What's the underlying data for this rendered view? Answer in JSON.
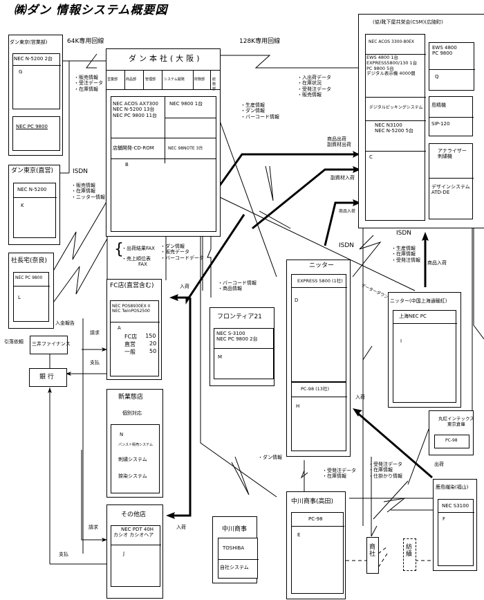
{
  "title": "㈱ダン 情報システム概要図",
  "lines": {
    "line_64k": "64K専用回線",
    "line_128k": "128K専用回線",
    "isdn_1": "ISDN",
    "isdn_2": "ISDN",
    "isdn_3": "ISDN"
  },
  "hq": {
    "title": "ダン本社(大阪)",
    "departments": [
      "営業部",
      "商品部",
      "管理部",
      "システム開発",
      "財務部",
      "総務部"
    ],
    "systems_left": [
      "NEC ACOS AX7300",
      "NEC N-5200 13台",
      "NEC PC 9800 11台"
    ],
    "system_right_top": "NEC 9800 1台",
    "store_dev": "店舗開発-CD-ROM",
    "note": "NEC 98NOTE 3台",
    "label": "B"
  },
  "tokyo_sales": {
    "title": "ダン東京(営業部)",
    "system": "NEC N-5200 2台",
    "label": "G",
    "system2": "NEC PC 9800"
  },
  "tokyo_direct": {
    "title": "ダン東京(直営)",
    "system": "NEC N-5200",
    "label": "K"
  },
  "president_home": {
    "title": "社長宅(奈良)",
    "system": "NEC PC 9800",
    "label": "L"
  },
  "csm": {
    "title": "(協)靴下屋共栄会(CSM)(広陵町)",
    "host": "NEC ACOS 3300-80EX",
    "equipment": [
      "EWS 4800 1台",
      "EXPRESS5800/130 1台",
      "PC 9800 5台",
      "デジタル表示機 4000個"
    ],
    "picking": "デジタルピッキングシステム",
    "picking_systems": [
      "NEC N3100",
      "NEC N-5200 5台"
    ],
    "label_c": "C",
    "ews_box": [
      "EWS 4800",
      "PC 9800"
    ],
    "label_q": "Q",
    "knit": "島精機",
    "sip": "SIP-120",
    "analyzer": [
      "アナライザー",
      "刺繍機"
    ],
    "design": [
      "デザインシステム",
      "ATD-DE"
    ]
  },
  "nitter": {
    "title": "ニッター",
    "system": "EXPRESS 5800 (1社)",
    "label_d": "D",
    "pc": "PC-98 (13社)",
    "label_h": "H"
  },
  "nitter_china": {
    "title": "ニッター(中国上海通暖紅)",
    "system": "上海NEC PC",
    "label": "I"
  },
  "frontier": {
    "title": "フロンティア21",
    "systems": [
      "NEC S-3100",
      "NEC PC 9800 2台"
    ],
    "label": "M"
  },
  "fc_store": {
    "title": "FC店(直営含む)",
    "systems": [
      "NEC POS8930EX II",
      "NEC TwinPOS2500"
    ],
    "label": "A",
    "counts": [
      {
        "name": "FC店",
        "value": "150"
      },
      {
        "name": "直営",
        "value": "20"
      },
      {
        "name": "一般",
        "value": "50"
      }
    ]
  },
  "new_store": {
    "title": "新業態店",
    "subtitle": "個別対応",
    "label": "N",
    "systems": [
      "パンスト販売システム",
      "刺繍システム",
      "捺染システム"
    ]
  },
  "other_store": {
    "title": "その他店",
    "systems": [
      "NEC PDT 40H",
      "カシオ カシオヘア"
    ],
    "label": "J"
  },
  "nakagawa": {
    "title": "中川商事",
    "system": "TOSHIBA",
    "sub": "自社システム"
  },
  "nakagawa_takada": {
    "title": "中川商事(高田)",
    "system": "PC-98",
    "label": "E"
  },
  "marubeni": {
    "title": [
      "丸紅インテックス",
      "東京倉庫"
    ],
    "system": "PC-98"
  },
  "kashima": {
    "title": "鹿島繊染(福山)",
    "system": "NEC S3100",
    "label": "F"
  },
  "trading": "商社",
  "spinning": "紡績",
  "mitsui": "三井ファイナンス",
  "bank": "銀 行",
  "flows": {
    "hq_to_tokyo": [
      "・販売情報",
      "・受注データ",
      "・在庫情報"
    ],
    "hq_to_direct": [
      "・販売情報",
      "・在庫情報",
      "・ニッター情報"
    ],
    "hq_to_csm": [
      "・入出荷データ",
      "・在庫状況",
      "・受発注データ",
      "・販売情報"
    ],
    "production": [
      "・生産情報",
      "・ダン情報",
      "・バーコード情報"
    ],
    "goods_ship": [
      "商品出荷",
      "副資材出荷"
    ],
    "materials_in": "副資材入荷",
    "goods_in_small": "商品入荷",
    "fax_1": "・出荷結果FAX",
    "fax_2": [
      "・売上順位表",
      "FAX"
    ],
    "fc_data": [
      "・ダン情報",
      "・販売データ",
      "・バーコードデータ"
    ],
    "frontier_data": [
      "・バーコード情報",
      "・商品情報"
    ],
    "china_data": [
      "・生産情報",
      "・在庫情報",
      "・受発注情報"
    ],
    "goods_in_china": "商品入荷",
    "data_down": "データーダウン",
    "arrival": "入荷",
    "arrival_2": "入荷",
    "arrival_3": "入荷",
    "ship": "出荷",
    "payment_report": "入金報告",
    "billing": "請求",
    "billing_2": "請求",
    "payment": "支払",
    "payment_2": "支払",
    "withdraw_request": "引落依頼",
    "dan_info": "・ダン情報",
    "order_data_1": [
      "・受発注データ",
      "・在庫情報"
    ],
    "order_data_2": [
      "・受発注データ",
      "・在庫情報",
      "・仕掛かり情報"
    ]
  }
}
